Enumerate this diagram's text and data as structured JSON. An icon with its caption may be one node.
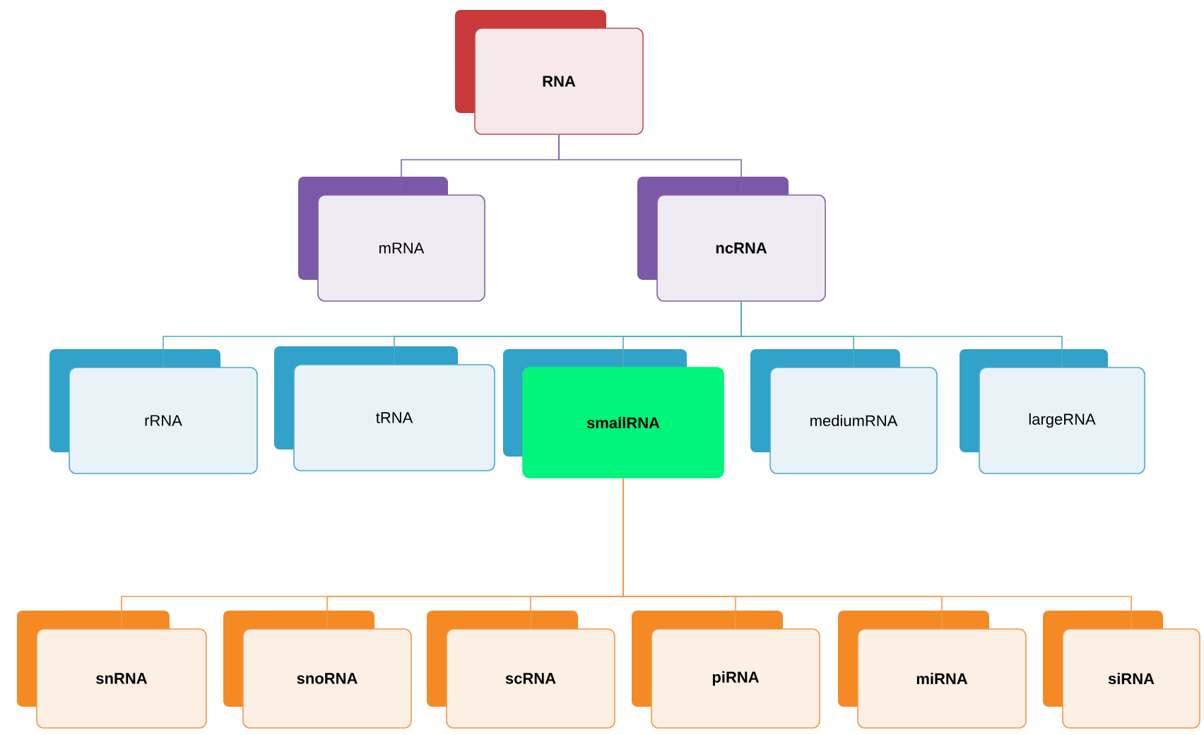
{
  "diagram": {
    "nodes": [
      {
        "text": [
          "RNA"
        ]
      },
      {
        "text": [
          "mRNA"
        ]
      },
      {
        "text": [
          "ncRNA"
        ]
      },
      {
        "text": [
          "rRNA"
        ]
      },
      {
        "text": [
          "tRNA"
        ]
      },
      {
        "text": [
          "smallRNA"
        ]
      },
      {
        "text": [
          "mediumRNA"
        ]
      },
      {
        "text": [
          "largeRNA"
        ]
      },
      {
        "text": [
          "snRNA"
        ]
      },
      {
        "text": [
          "snoRNA"
        ]
      },
      {
        "text": [
          "scRNA"
        ]
      },
      {
        "text": [
          "piRNA"
        ]
      },
      {
        "text": [
          "miRNA"
        ]
      },
      {
        "text": [
          "siRNA"
        ]
      }
    ],
    "edges": [
      {
        "from": 0,
        "to": 1,
        "arrow": "none",
        "color": "#8064a2"
      },
      {
        "from": 0,
        "to": 2,
        "arrow": "none",
        "color": "#8064a2"
      },
      {
        "from": 2,
        "to": 3,
        "arrow": "none",
        "color": "#4bacc6"
      },
      {
        "from": 2,
        "to": 4,
        "arrow": "none",
        "color": "#4bacc6"
      },
      {
        "from": 2,
        "to": 5,
        "arrow": "none",
        "color": "#4bacc6"
      },
      {
        "from": 2,
        "to": 6,
        "arrow": "none",
        "color": "#4bacc6"
      },
      {
        "from": 2,
        "to": 7,
        "arrow": "none",
        "color": "#4bacc6"
      },
      {
        "from": 5,
        "to": 8,
        "arrow": "none"
      },
      {
        "from": 5,
        "to": 9,
        "arrow": "none"
      },
      {
        "from": 5,
        "to": 10,
        "arrow": "none"
      },
      {
        "from": 5,
        "to": 11,
        "arrow": "none"
      },
      {
        "from": 5,
        "to": 12,
        "arrow": "none"
      },
      {
        "from": 5,
        "to": 13,
        "arrow": "none"
      }
    ]
  }
}
